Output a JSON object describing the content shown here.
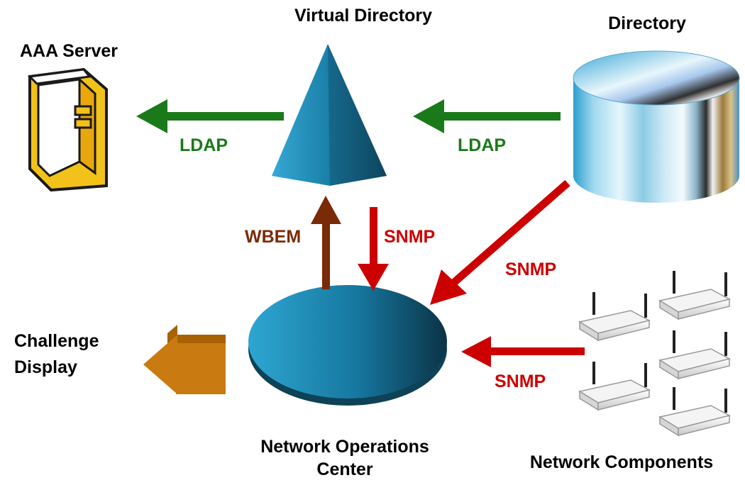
{
  "nodes": {
    "virtual_directory": "Virtual Directory",
    "aaa_server": "AAA Server",
    "directory": "Directory",
    "challenge_display_line1": "Challenge",
    "challenge_display_line2": "Display",
    "noc_line1": "Network Operations",
    "noc_line2": "Center",
    "network_components": "Network Components"
  },
  "edges": {
    "vd_to_aaa": "LDAP",
    "dir_to_vd": "LDAP",
    "noc_to_vd": "WBEM",
    "vd_to_noc": "SNMP",
    "dir_to_noc": "SNMP",
    "components_to_noc": "SNMP"
  },
  "colors": {
    "ldap": "#1a7a1a",
    "snmp": "#cc0000",
    "wbem": "#7a2a06",
    "challenge_arrow": "#c97a10",
    "shape_blue": "#1d8cb4",
    "server_yellow": "#f2c21a"
  },
  "icons": {
    "aaa_server": "server-tower-icon",
    "virtual_directory": "triangle-icon",
    "directory": "cylinder-database-icon",
    "noc": "disc-icon",
    "network_components": "wireless-router-icon"
  }
}
